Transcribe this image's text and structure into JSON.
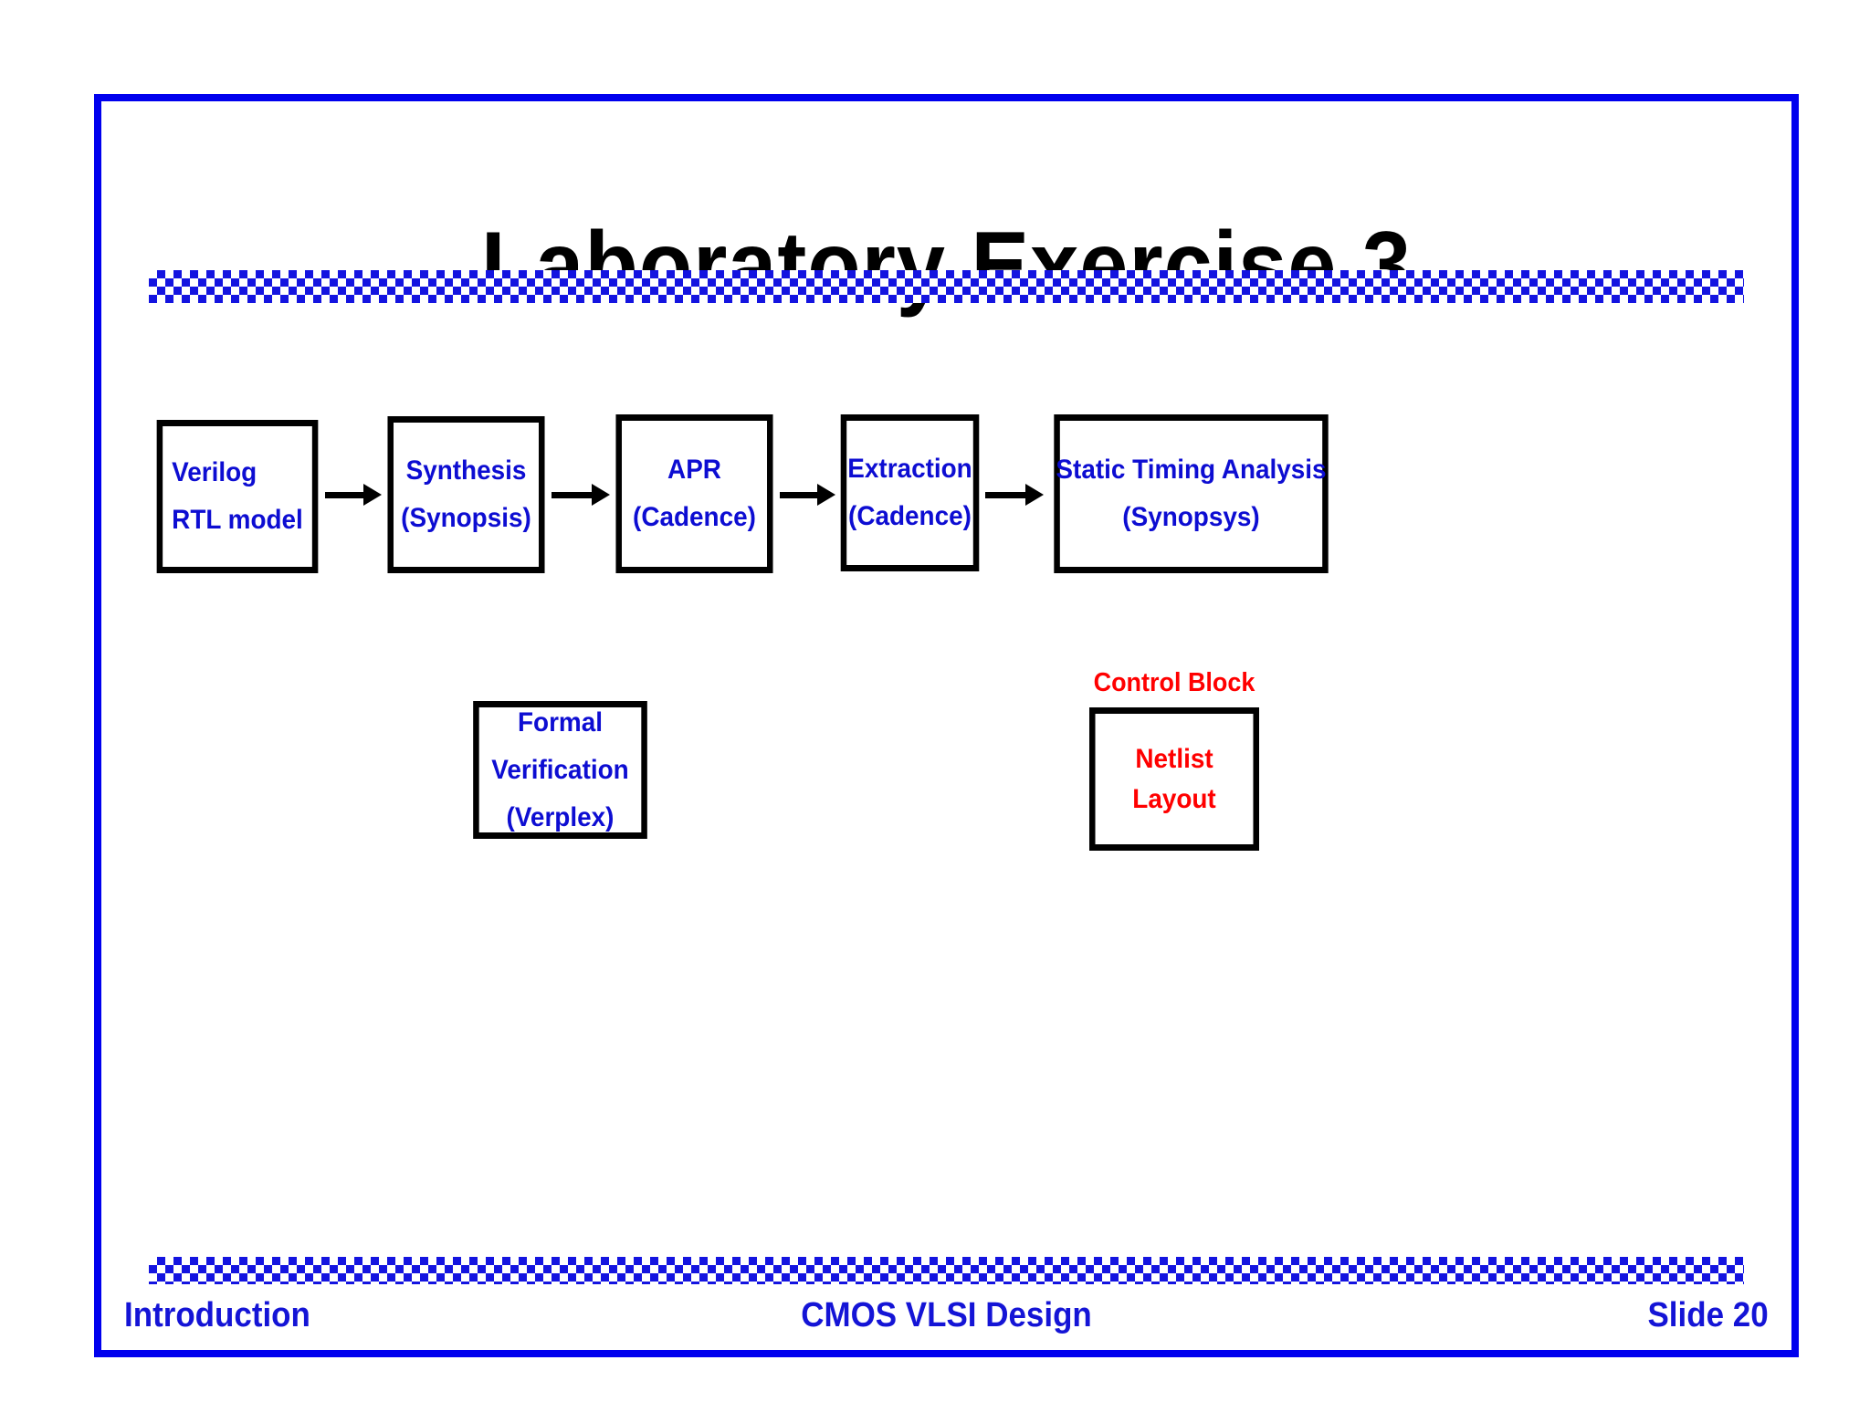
{
  "slide": {
    "title": "Laboratory Exercise 3",
    "border_color": "#0000ee",
    "accent_blue": "#1414d6",
    "accent_red": "#ff0000"
  },
  "flow": {
    "boxes": [
      {
        "id": "verilog",
        "lines": [
          "Verilog",
          "RTL model"
        ]
      },
      {
        "id": "synthesis",
        "lines": [
          "Synthesis",
          "(Synopsis)"
        ]
      },
      {
        "id": "apr",
        "lines": [
          "APR",
          "(Cadence)"
        ]
      },
      {
        "id": "extraction",
        "lines": [
          "Extraction",
          "(Cadence)"
        ]
      },
      {
        "id": "sta",
        "lines": [
          "Static Timing Analysis",
          "(Synopsys)"
        ]
      }
    ],
    "arrows": 4
  },
  "formal": {
    "lines": [
      "Formal",
      "Verification",
      "(Verplex)"
    ]
  },
  "control": {
    "label": "Control Block",
    "lines": [
      "Netlist",
      "Layout"
    ]
  },
  "footer": {
    "left": "Introduction",
    "center": "CMOS VLSI Design",
    "right": "Slide 20"
  }
}
